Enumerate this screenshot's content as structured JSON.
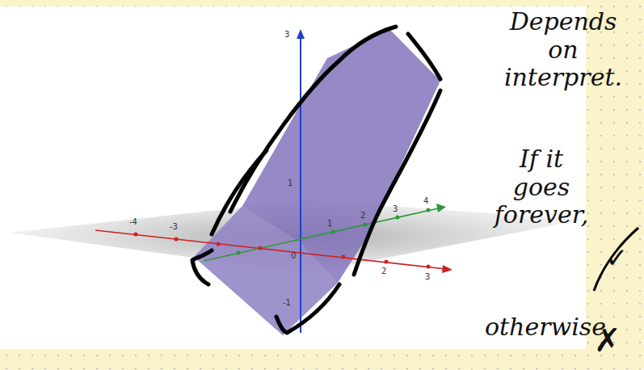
{
  "diagram": {
    "labels": [
      "3",
      "1",
      "-1",
      "-4",
      "-3",
      "0",
      "2",
      "3",
      "1",
      "2",
      "3",
      "4",
      "Depends on interpret.",
      "If it goes forever,",
      "✓",
      "otherwise,",
      "✗"
    ]
  }
}
